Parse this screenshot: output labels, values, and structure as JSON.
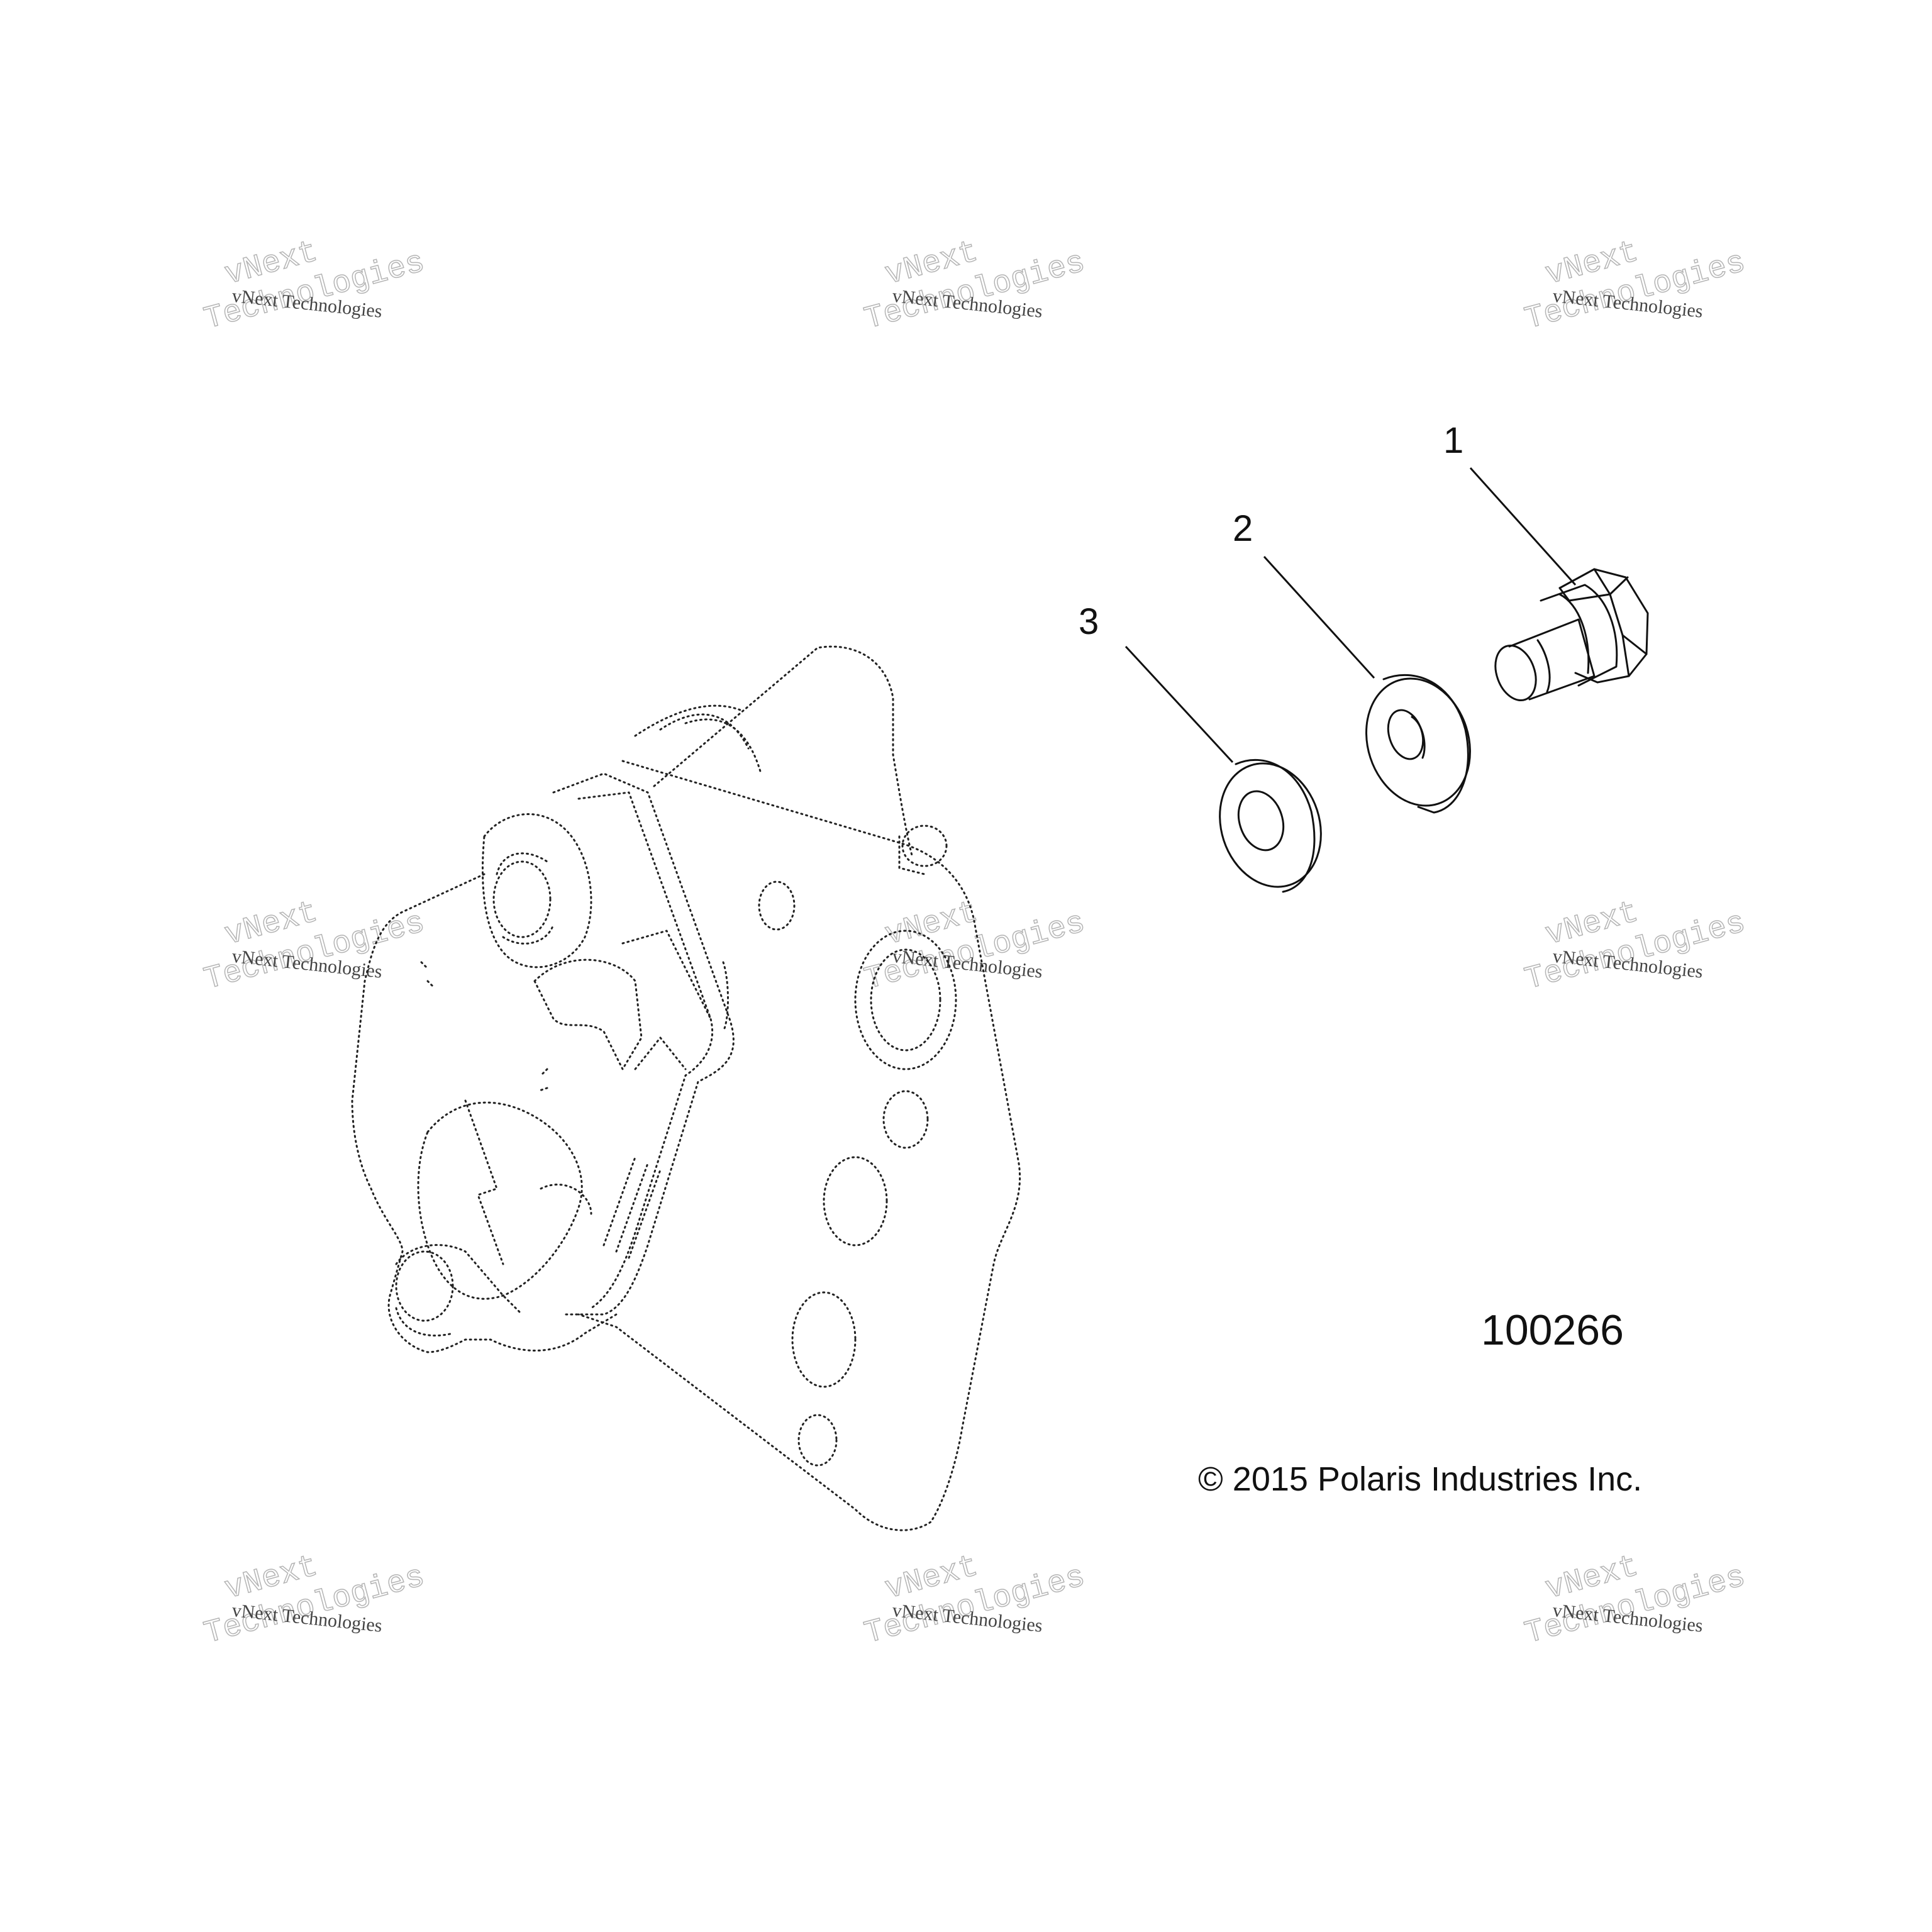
{
  "callouts": [
    {
      "id": "1",
      "label": "1"
    },
    {
      "id": "2",
      "label": "2"
    },
    {
      "id": "3",
      "label": "3"
    }
  ],
  "figure_id": "100266",
  "copyright": "© 2015 Polaris Industries Inc.",
  "watermark": {
    "line_small": "vNext Technologies",
    "line_big_1": "vNext",
    "line_big_2": "Technologies"
  }
}
